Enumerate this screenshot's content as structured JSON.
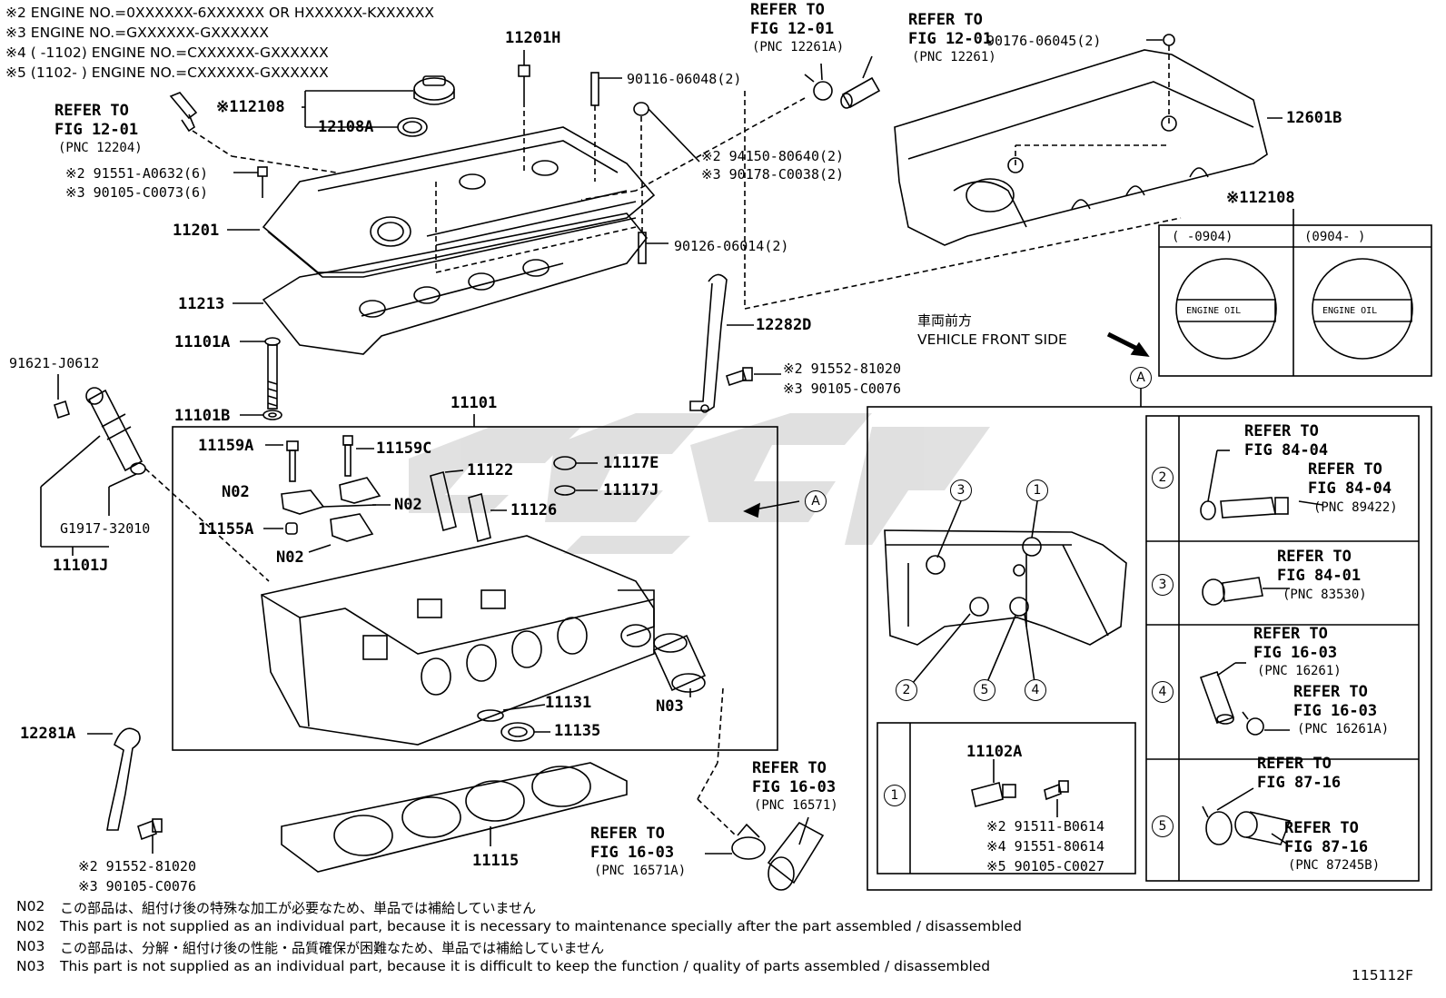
{
  "header_notes": [
    "※2 ENGINE NO.=0XXXXXX-6XXXXXX OR HXXXXXX-KXXXXXX",
    "※3 ENGINE NO.=GXXXXXX-GXXXXXX",
    "※4 (      -1102) ENGINE NO.=CXXXXXX-GXXXXXX",
    "※5 (1102-      ) ENGINE NO.=CXXXXXX-GXXXXXX"
  ],
  "refer_blocks": {
    "r_12204": [
      "REFER TO",
      "FIG 12-01",
      "(PNC 12204)"
    ],
    "r_12261A": [
      "REFER TO",
      "FIG 12-01",
      "(PNC 12261A)"
    ],
    "r_12261": [
      "REFER TO",
      "FIG 12-01",
      "(PNC 12261)"
    ],
    "r_16571": [
      "REFER TO",
      "FIG 16-03",
      "(PNC 16571)"
    ],
    "r_16571A": [
      "REFER TO",
      "FIG 16-03",
      "(PNC 16571A)"
    ]
  },
  "parts": {
    "p11201H": "11201H",
    "p90116": "90116-06048(2)",
    "p90176": "90176-06045(2)",
    "p12601B": "12601B",
    "p12108": "※112108",
    "p12108A": "12108A",
    "p91551_2": "※2 91551-A0632(6)",
    "p90105_3": "※3 90105-C0073(6)",
    "p94150_2": "※2 94150-80640(2)",
    "p90178_3": "※3 90178-C0038(2)",
    "p11201": "11201",
    "p90126": "90126-06014(2)",
    "p11213": "11213",
    "p12282D": "12282D",
    "p11101A": "11101A",
    "p91552_2a": "※2 91552-81020",
    "p90105_3a": "※3 90105-C0076",
    "p91621": "91621-J0612",
    "p11101B": "11101B",
    "p11101": "11101",
    "p11159A": "11159A",
    "p11159C": "11159C",
    "p11117E": "11117E",
    "p11122": "11122",
    "p11117J": "11117J",
    "pN02a": "N02",
    "pN02b": "N02",
    "pN02c": "N02",
    "p11126": "11126",
    "p11155A": "11155A",
    "pG1917": "G1917-32010",
    "p11101J": "11101J",
    "p11131": "11131",
    "pN03": "N03",
    "p11135": "11135",
    "p12281A": "12281A",
    "p11115": "11115",
    "p91552_2b": "※2 91552-81020",
    "p90105_3b": "※3 90105-C0076"
  },
  "cap_box": {
    "title": "※112108",
    "col1_header": "(      -0904)",
    "col2_header": "(0904-      )",
    "cap_text": "ENGINE OIL"
  },
  "vehicle_front": {
    "jp": "車両前方",
    "en": "VEHICLE FRONT SIDE"
  },
  "detail_a": {
    "marker": "A",
    "callouts": [
      "1",
      "2",
      "3",
      "4",
      "5"
    ],
    "box1": {
      "num": "1",
      "part": "11102A",
      "lines": [
        "※2 91511-B0614",
        "※4 91551-80614",
        "※5 90105-C0027"
      ]
    },
    "rows": [
      {
        "num": "2",
        "texts": [
          "REFER TO",
          "FIG 84-04",
          "REFER TO",
          "FIG 84-04",
          "(PNC 89422)"
        ]
      },
      {
        "num": "3",
        "texts": [
          "REFER TO",
          "FIG 84-01",
          "(PNC 83530)"
        ]
      },
      {
        "num": "4",
        "texts": [
          "REFER TO",
          "FIG 16-03",
          "(PNC 16261)",
          "REFER TO",
          "FIG 16-03",
          "(PNC 16261A)"
        ]
      },
      {
        "num": "5",
        "texts": [
          "REFER TO",
          "FIG 87-16",
          "REFER TO",
          "FIG 87-16",
          "(PNC 87245B)"
        ]
      }
    ]
  },
  "footnotes": [
    {
      "code": "N02",
      "text": "この部品は、組付け後の特殊な加工が必要なため、単品では補給していません"
    },
    {
      "code": "N02",
      "text": "This part is not supplied as an individual part, because it is necessary to maintenance specially after the part assembled / disassembled"
    },
    {
      "code": "N03",
      "text": "この部品は、分解・組付け後の性能・品質確保が困難なため、単品では補給していません"
    },
    {
      "code": "N03",
      "text": "This part is not supplied as an individual part, because it is difficult to keep the function / quality of parts  assembled / disassembled"
    }
  ],
  "figure_id": "115112F"
}
